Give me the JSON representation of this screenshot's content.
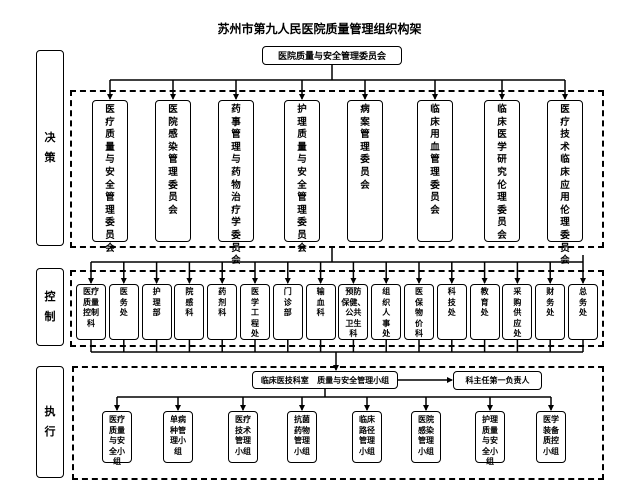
{
  "title": "苏州市第九人民医院质量管理组织构架",
  "top_committee": "医院质量与安全管理委员会",
  "sections": {
    "decision": "决\n策",
    "control": "控\n制",
    "execution": "执\n行"
  },
  "committees": [
    "医\n疗\n质\n量\n与\n安\n全\n管\n理\n委\n员\n会",
    "医\n院\n感\n染\n管\n理\n委\n员\n会",
    "药\n事\n管\n理\n与\n药\n物\n治\n疗\n学\n委\n员\n会",
    "护\n理\n质\n量\n与\n安\n全\n管\n理\n委\n员\n会",
    "病\n案\n管\n理\n委\n员\n会",
    "临\n床\n用\n血\n管\n理\n委\n员\n会",
    "临\n床\n医\n学\n研\n究\n伦\n理\n委\n员\n会",
    "医\n疗\n技\n术\n临\n床\n应\n用\n伦\n理\n委\n员\n会"
  ],
  "departments": [
    "医疗\n质量\n控制\n科",
    "医\n务\n处",
    "护\n理\n部",
    "院\n感\n科",
    "药\n剂\n科",
    "医\n学\n工\n程\n处",
    "门\n诊\n部",
    "输\n血\n科",
    "预防\n保健、\n公共\n卫生\n科",
    "组\n织\n人\n事\n处",
    "医\n保\n物\n价\n科",
    "科\n技\n处",
    "教\n育\n处",
    "采\n购\n供\n应\n处",
    "财\n务\n处",
    "总\n务\n处"
  ],
  "execution": {
    "dept_group": "临床医技科室   质量与安全管理小组",
    "responsible": "科主任第一负责人",
    "groups": [
      "医疗\n质量\n与安\n全小\n组",
      "单病\n种管\n理小\n组",
      "医疗\n技术\n管理\n小组",
      "抗菌\n药物\n管理\n小组",
      "临床\n路径\n管理\n小组",
      "医院\n感染\n管理\n小组",
      "护理\n质量\n与安\n全小\n组",
      "医学\n装备\n质控\n小组"
    ]
  }
}
